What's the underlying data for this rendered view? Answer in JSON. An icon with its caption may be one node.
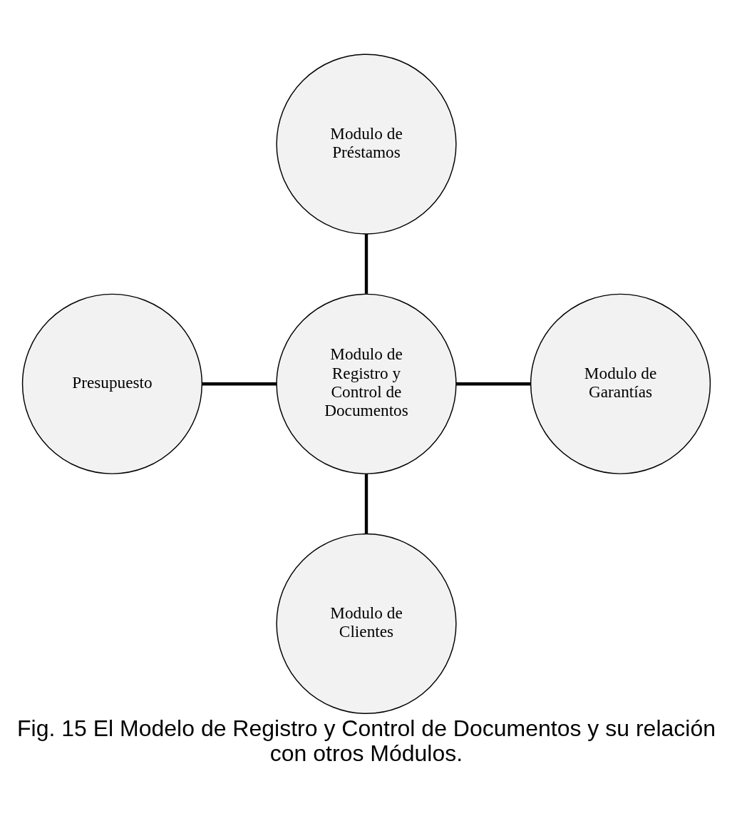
{
  "diagram": {
    "caption": "Fig. 15 El Modelo de Registro y Control de Documentos y su relación con otros Módulos.",
    "nodes": [
      {
        "text": [
          "Modulo de Préstamos"
        ]
      },
      {
        "text": [
          "Presupuesto"
        ]
      },
      {
        "text": [
          "Modulo de Registro y Control de Documentos"
        ]
      },
      {
        "text": [
          "Modulo de Garantías"
        ]
      },
      {
        "text": [
          "Modulo de Clientes"
        ]
      }
    ],
    "edges": [
      {
        "from": 0,
        "to": 2,
        "arrow": "none"
      },
      {
        "from": 1,
        "to": 2,
        "arrow": "none"
      },
      {
        "from": 2,
        "to": 3,
        "arrow": "none"
      },
      {
        "from": 2,
        "to": 4,
        "arrow": "none"
      }
    ]
  }
}
